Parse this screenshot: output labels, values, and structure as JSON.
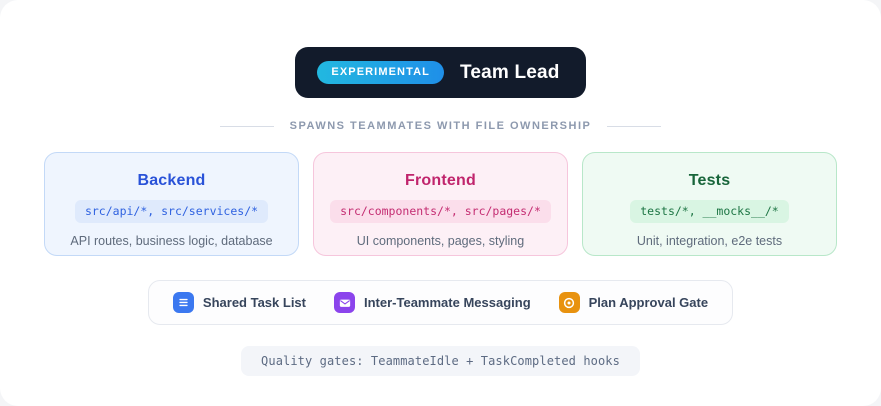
{
  "header": {
    "badge_label": "EXPERIMENTAL",
    "title": "Team Lead",
    "badge_gradient_from": "#22b8e0",
    "badge_gradient_to": "#1f8fe8",
    "pill_bg": "#121b2b"
  },
  "divider": {
    "caption": "SPAWNS TEAMMATES WITH FILE OWNERSHIP"
  },
  "cards": [
    {
      "name": "backend",
      "title": "Backend",
      "paths": "src/api/*, src/services/*",
      "description": "API routes, business logic, database",
      "accent": "#2952d8"
    },
    {
      "name": "frontend",
      "title": "Frontend",
      "paths": "src/components/*, src/pages/*",
      "description": "UI components, pages, styling",
      "accent": "#c0246c"
    },
    {
      "name": "tests",
      "title": "Tests",
      "paths": "tests/*, __mocks__/*",
      "description": "Unit, integration, e2e tests",
      "accent": "#18653a"
    }
  ],
  "features": [
    {
      "icon": "task-list-icon",
      "label": "Shared Task List",
      "color": "#3b78f0"
    },
    {
      "icon": "envelope-icon",
      "label": "Inter-Teammate Messaging",
      "color": "#8b44ec"
    },
    {
      "icon": "approval-gate-icon",
      "label": "Plan Approval Gate",
      "color": "#e8920f"
    }
  ],
  "footer": {
    "note": "Quality gates: TeammateIdle + TaskCompleted hooks"
  }
}
